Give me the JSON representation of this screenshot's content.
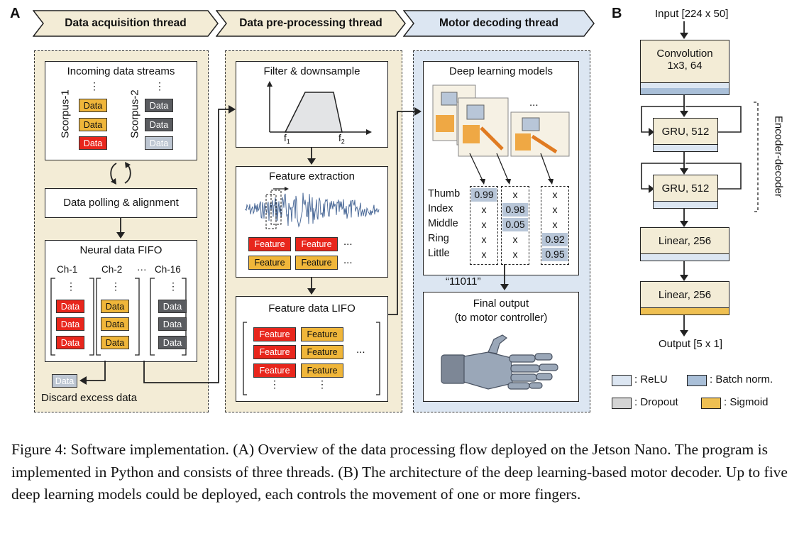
{
  "panel_a": {
    "letter": "A",
    "threads": {
      "acquisition": "Data acquisition thread",
      "preprocessing": "Data pre-processing thread",
      "decoding": "Motor decoding thread"
    },
    "incoming": {
      "title": "Incoming data streams",
      "scorpus1": "Scorpus-1",
      "scorpus2": "Scorpus-2",
      "chip": "Data",
      "dots": "⋮"
    },
    "polling": "Data polling & alignment",
    "fifo": {
      "title": "Neural data FIFO",
      "ch1": "Ch-1",
      "ch2": "Ch-2",
      "ellipsis": "···",
      "ch16": "Ch-16"
    },
    "discard": "Discard excess data",
    "filter": {
      "title": "Filter & downsample",
      "f1": "f",
      "f1_sub": "1",
      "f2": "f",
      "f2_sub": "2"
    },
    "feature_extraction": "Feature extraction",
    "feature_chip": "Feature",
    "ellipsis": "...",
    "lifo": "Feature data LIFO",
    "models": {
      "title": "Deep learning models",
      "ellipsis": "...",
      "fingers": [
        "Thumb",
        "Index",
        "Middle",
        "Ring",
        "Little"
      ],
      "col1": [
        "0.99",
        "x",
        "x",
        "x",
        "x"
      ],
      "col2": [
        "x",
        "0.98",
        "0.05",
        "x",
        "x"
      ],
      "col3": [
        "x",
        "x",
        "x",
        "0.92",
        "0.95"
      ]
    },
    "code": "“11011”",
    "final": {
      "title": "Final output",
      "subtitle": "(to motor controller)"
    }
  },
  "panel_b": {
    "letter": "B",
    "input": "Input [224 x 50]",
    "conv": "Convolution",
    "conv_params": "1x3, 64",
    "gru1": "GRU, 512",
    "gru2": "GRU, 512",
    "encoder_decoder": "Encoder-decoder",
    "linear1": "Linear, 256",
    "linear2": "Linear, 256",
    "output": "Output [5 x 1]",
    "legend": {
      "relu": ": ReLU",
      "batchnorm": ": Batch norm.",
      "dropout": ": Dropout",
      "sigmoid": ": Sigmoid"
    }
  },
  "caption": "Figure 4: Software implementation. (A) Overview of the data processing flow deployed on the Jetson Nano. The program is implemented in Python and consists of three threads. (B) The architecture of the deep learning-based motor decoder. Up to five deep learning models could be deployed, each controls the movement of one or more fingers.",
  "colors": {
    "beige": "#f3ecd6",
    "blue": "#dce6f2",
    "relu": "#dce6f2",
    "batchnorm": "#a9bfd8",
    "dropout": "#d4d4d4",
    "sigmoid": "#efc052",
    "red": "#e8261c",
    "orange": "#f0b63a",
    "gray": "#5a5c60"
  }
}
